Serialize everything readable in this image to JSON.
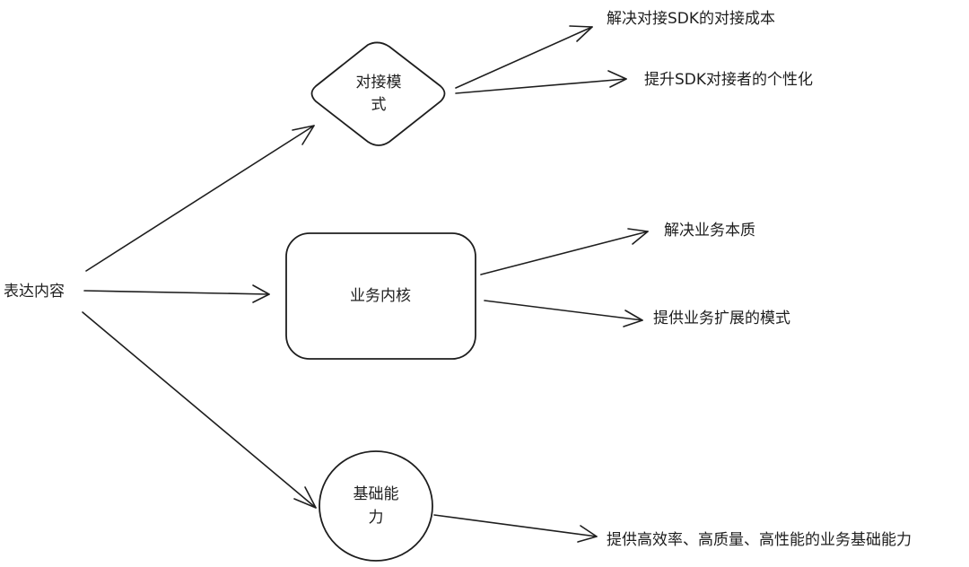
{
  "diagram": {
    "root": {
      "label": "表达内容"
    },
    "nodes": {
      "docking": {
        "shape": "diamond",
        "label_lines": [
          "对接模",
          "式"
        ]
      },
      "core": {
        "shape": "rounded-rectangle",
        "label": "业务内核"
      },
      "capability": {
        "shape": "circle",
        "label_lines": [
          "基础能",
          "力"
        ]
      }
    },
    "outcomes": {
      "docking_1": "解决对接SDK的对接成本",
      "docking_2": "提升SDK对接者的个性化",
      "core_1": "解决业务本质",
      "core_2": "提供业务扩展的模式",
      "capability_1": "提供高效率、高质量、高性能的业务基础能力"
    },
    "edges": [
      {
        "from": "root",
        "to": "docking"
      },
      {
        "from": "root",
        "to": "core"
      },
      {
        "from": "root",
        "to": "capability"
      },
      {
        "from": "docking",
        "to": "docking_1"
      },
      {
        "from": "docking",
        "to": "docking_2"
      },
      {
        "from": "core",
        "to": "core_1"
      },
      {
        "from": "core",
        "to": "core_2"
      },
      {
        "from": "capability",
        "to": "capability_1"
      }
    ],
    "style": {
      "stroke_color": "#1e1e1e",
      "background": "#ffffff"
    }
  }
}
